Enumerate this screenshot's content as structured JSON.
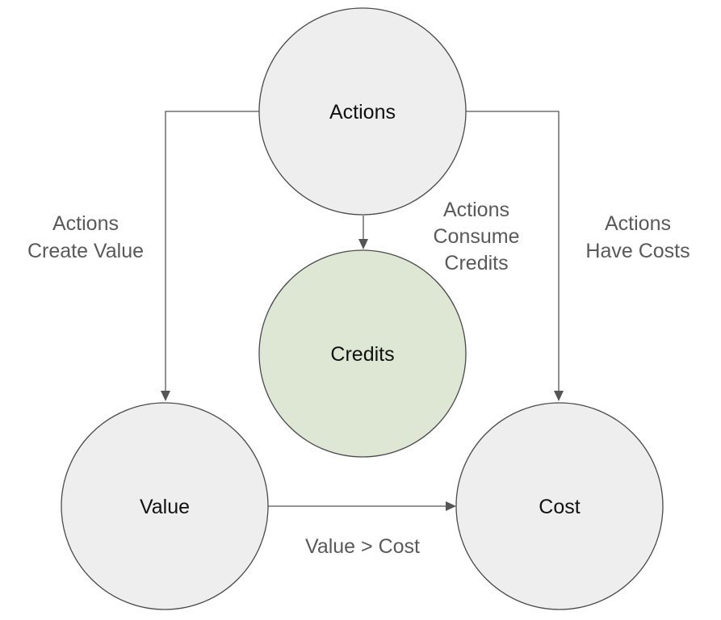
{
  "nodes": {
    "actions": "Actions",
    "credits": "Credits",
    "value": "Value",
    "cost": "Cost"
  },
  "edges": {
    "actions_to_value": [
      "Actions",
      "Create Value"
    ],
    "actions_to_credits": [
      "Actions",
      "Consume",
      "Credits"
    ],
    "actions_to_cost": [
      "Actions",
      "Have Costs"
    ],
    "value_to_cost": "Value > Cost"
  },
  "colors": {
    "node_fill": "#eeeeee",
    "credits_fill": "#dde7d4",
    "stroke": "#4a4a4a",
    "edge_label_text": "#595959"
  }
}
